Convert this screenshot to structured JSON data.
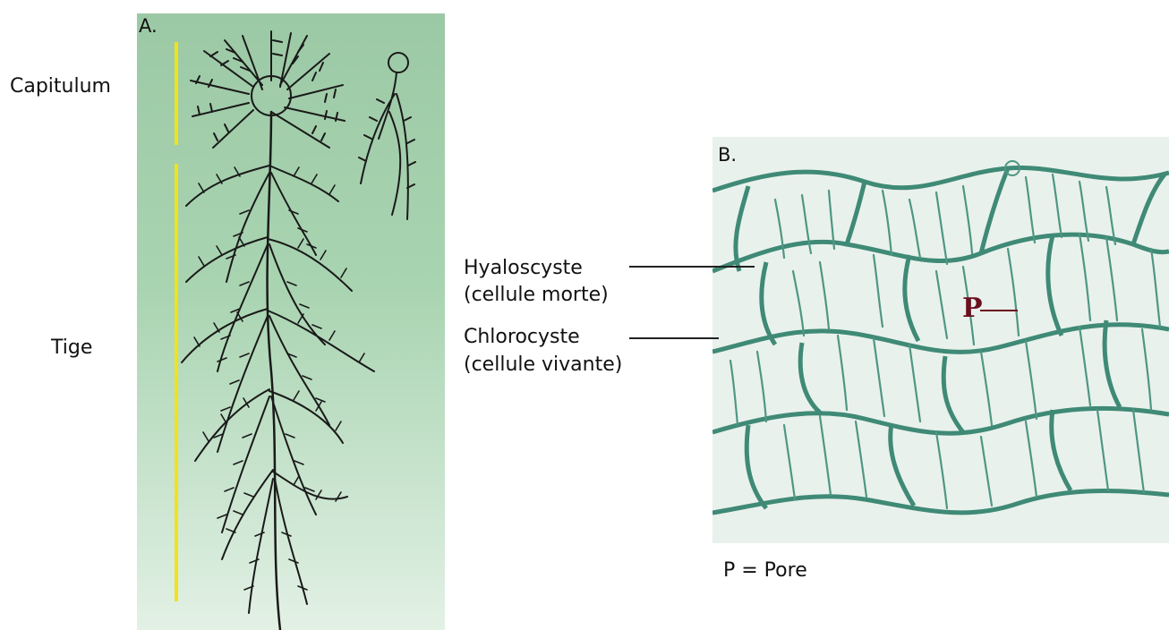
{
  "panel_a": {
    "letter": "A.",
    "labels": {
      "capitulum": "Capitulum",
      "tige": "Tige"
    }
  },
  "panel_b": {
    "letter": "B.",
    "labels": {
      "hyaloscyste_1": "Hyaloscyste",
      "hyaloscyste_2": "(cellule morte)",
      "chlorocyste_1": "Chlorocyste",
      "chlorocyste_2": "(cellule vivante)",
      "pore_marker": "P",
      "legend": "P = Pore"
    }
  },
  "colors": {
    "bracket_yellow": "#f2e21a",
    "panel_a_green": "#a9d4b1",
    "cell_wall_green": "#3f8a76",
    "pore_marker": "#6a0f1e"
  }
}
